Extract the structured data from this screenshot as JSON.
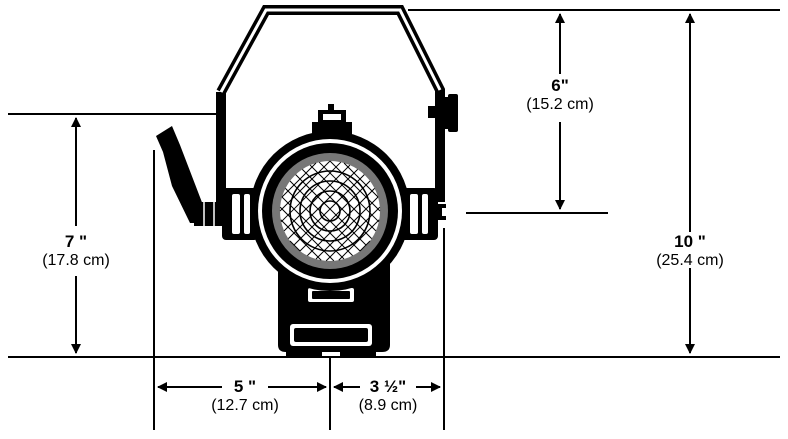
{
  "dimensions": {
    "height_total": {
      "imperial": "10 \"",
      "metric": "(25.4 cm)"
    },
    "yoke_height": {
      "imperial": "6\"",
      "metric": "(15.2 cm)"
    },
    "body_height": {
      "imperial": "7 \"",
      "metric": "(17.8 cm)"
    },
    "rear_depth": {
      "imperial": "5 \"",
      "metric": "(12.7 cm)"
    },
    "front_depth": {
      "imperial": "3 ½\"",
      "metric": "(8.9 cm)"
    }
  },
  "colors": {
    "line": "#000000",
    "background": "#ffffff",
    "lens": "#ffffff"
  }
}
